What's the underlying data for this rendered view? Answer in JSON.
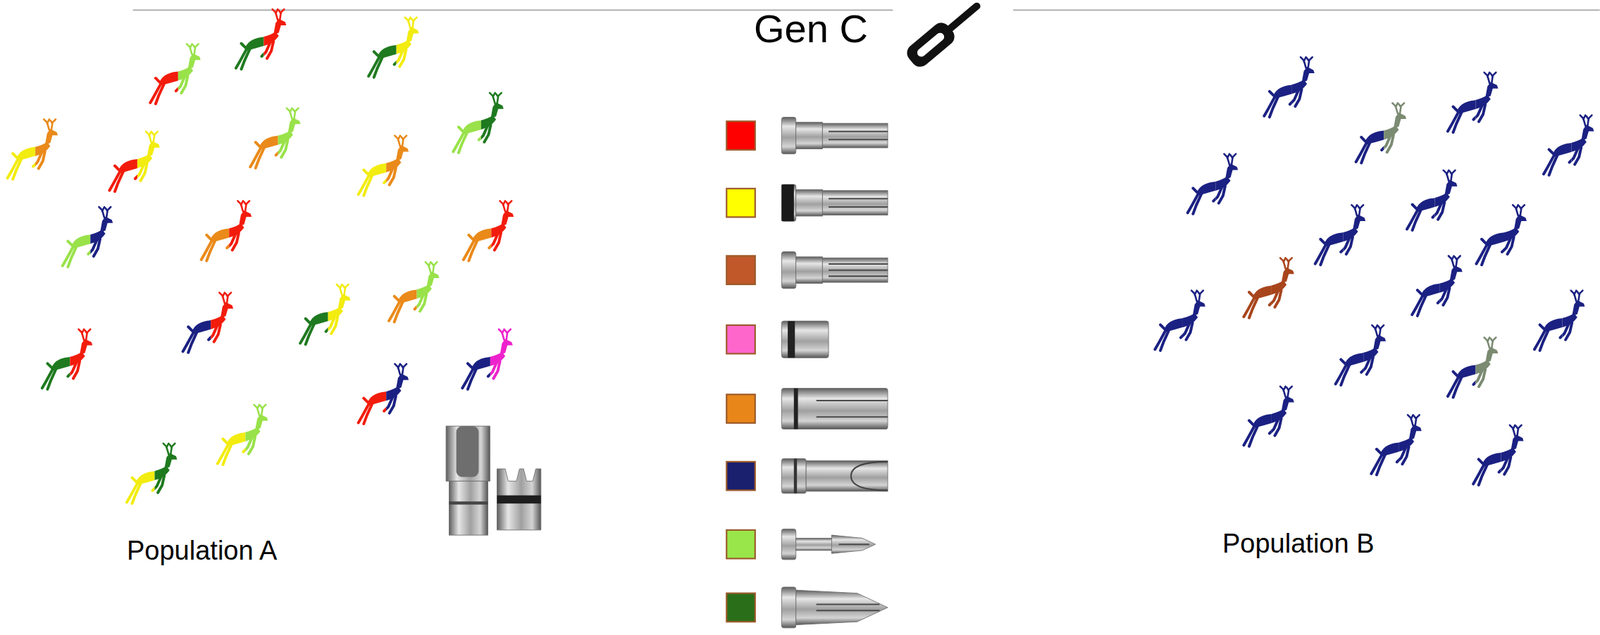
{
  "diagram": {
    "labels": [
      "Gen C",
      "Population A",
      "Population B"
    ]
  }
}
